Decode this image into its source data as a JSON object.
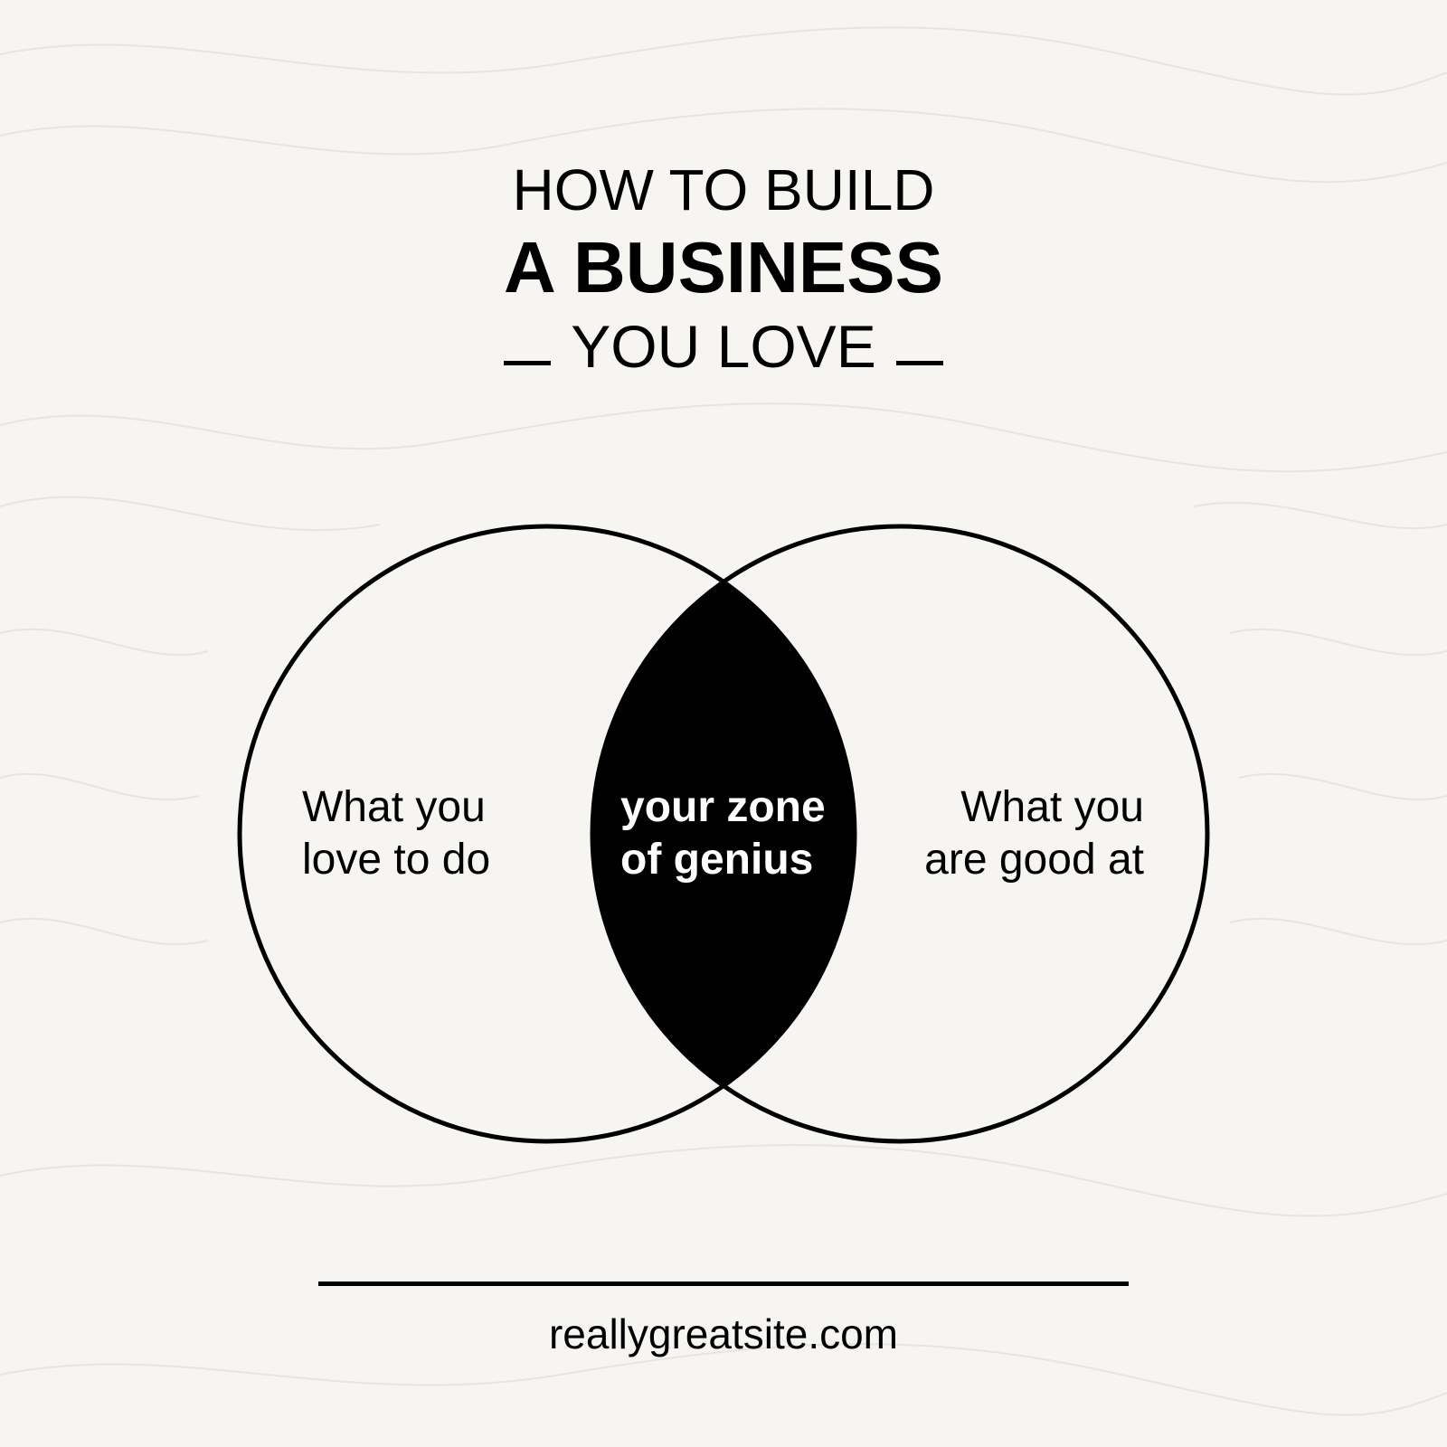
{
  "colors": {
    "background": "#f6f5f1",
    "ink": "#000000",
    "intersection_text": "#ffffff",
    "contour_lines": "#e6e5e0"
  },
  "title": {
    "line1": "HOW TO BUILD",
    "line2": "A BUSINESS",
    "line3": "YOU LOVE"
  },
  "venn": {
    "left_label": "What you\nlove to do",
    "intersection_label": "your zone\nof genius",
    "right_label": "What you\nare good at"
  },
  "footer": {
    "url": "reallygreatsite.com"
  }
}
